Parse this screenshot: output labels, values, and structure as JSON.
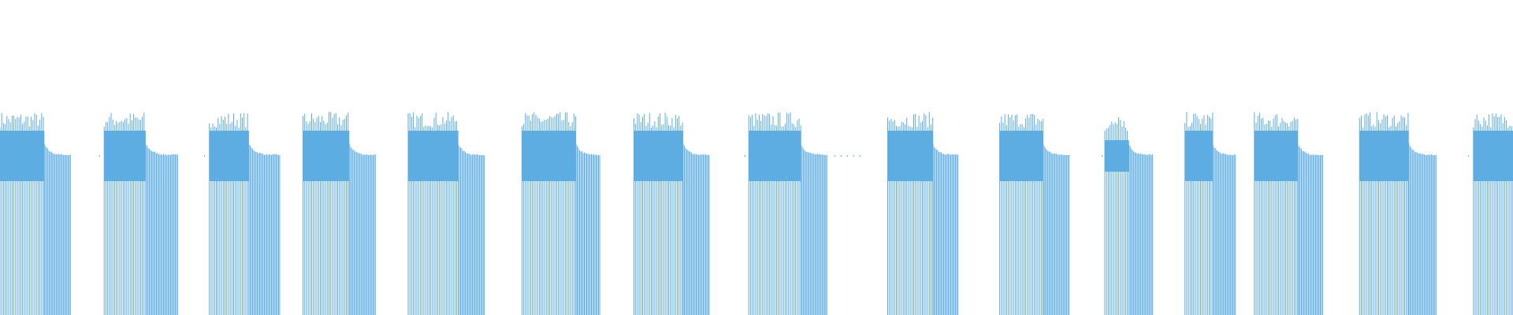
{
  "chart_data": {
    "type": "waveform",
    "title": "",
    "xlabel": "",
    "ylabel": "",
    "grid": false,
    "legend": "none",
    "burst_count": 15,
    "series": [
      {
        "color": "#5dade2"
      }
    ]
  }
}
